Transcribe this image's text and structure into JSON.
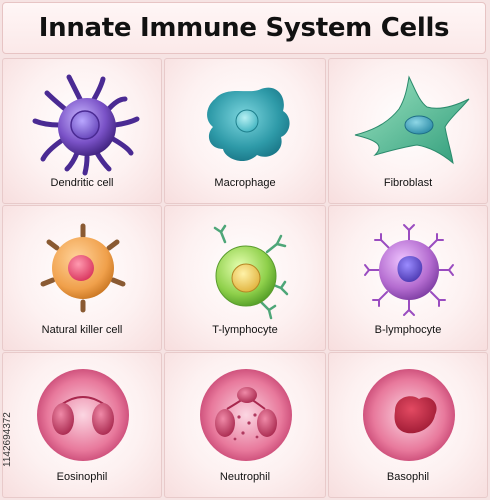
{
  "title": "Innate Immune System Cells",
  "cells": [
    {
      "label": "Dendritic cell",
      "icon": "dendritic-cell-icon"
    },
    {
      "label": "Macrophage",
      "icon": "macrophage-icon"
    },
    {
      "label": "Fibroblast",
      "icon": "fibroblast-icon"
    },
    {
      "label": "Natural killer cell",
      "icon": "natural-killer-cell-icon"
    },
    {
      "label": "T-lymphocyte",
      "icon": "t-lymphocyte-icon"
    },
    {
      "label": "B-lymphocyte",
      "icon": "b-lymphocyte-icon"
    },
    {
      "label": "Eosinophil",
      "icon": "eosinophil-icon"
    },
    {
      "label": "Neutrophil",
      "icon": "neutrophil-icon"
    },
    {
      "label": "Basophil",
      "icon": "basophil-icon"
    }
  ],
  "watermark_id": "1142694372",
  "colors": {
    "background": "#f6e3e3",
    "dendritic": "#6a44b0",
    "macrophage": "#2e9aa8",
    "fibroblast": "#5fc29b",
    "nk_cell": "#f0a04b",
    "t_lymphocyte": "#8fd04b",
    "b_lymphocyte": "#a45cc0",
    "granulocyte": "#e8799c"
  }
}
